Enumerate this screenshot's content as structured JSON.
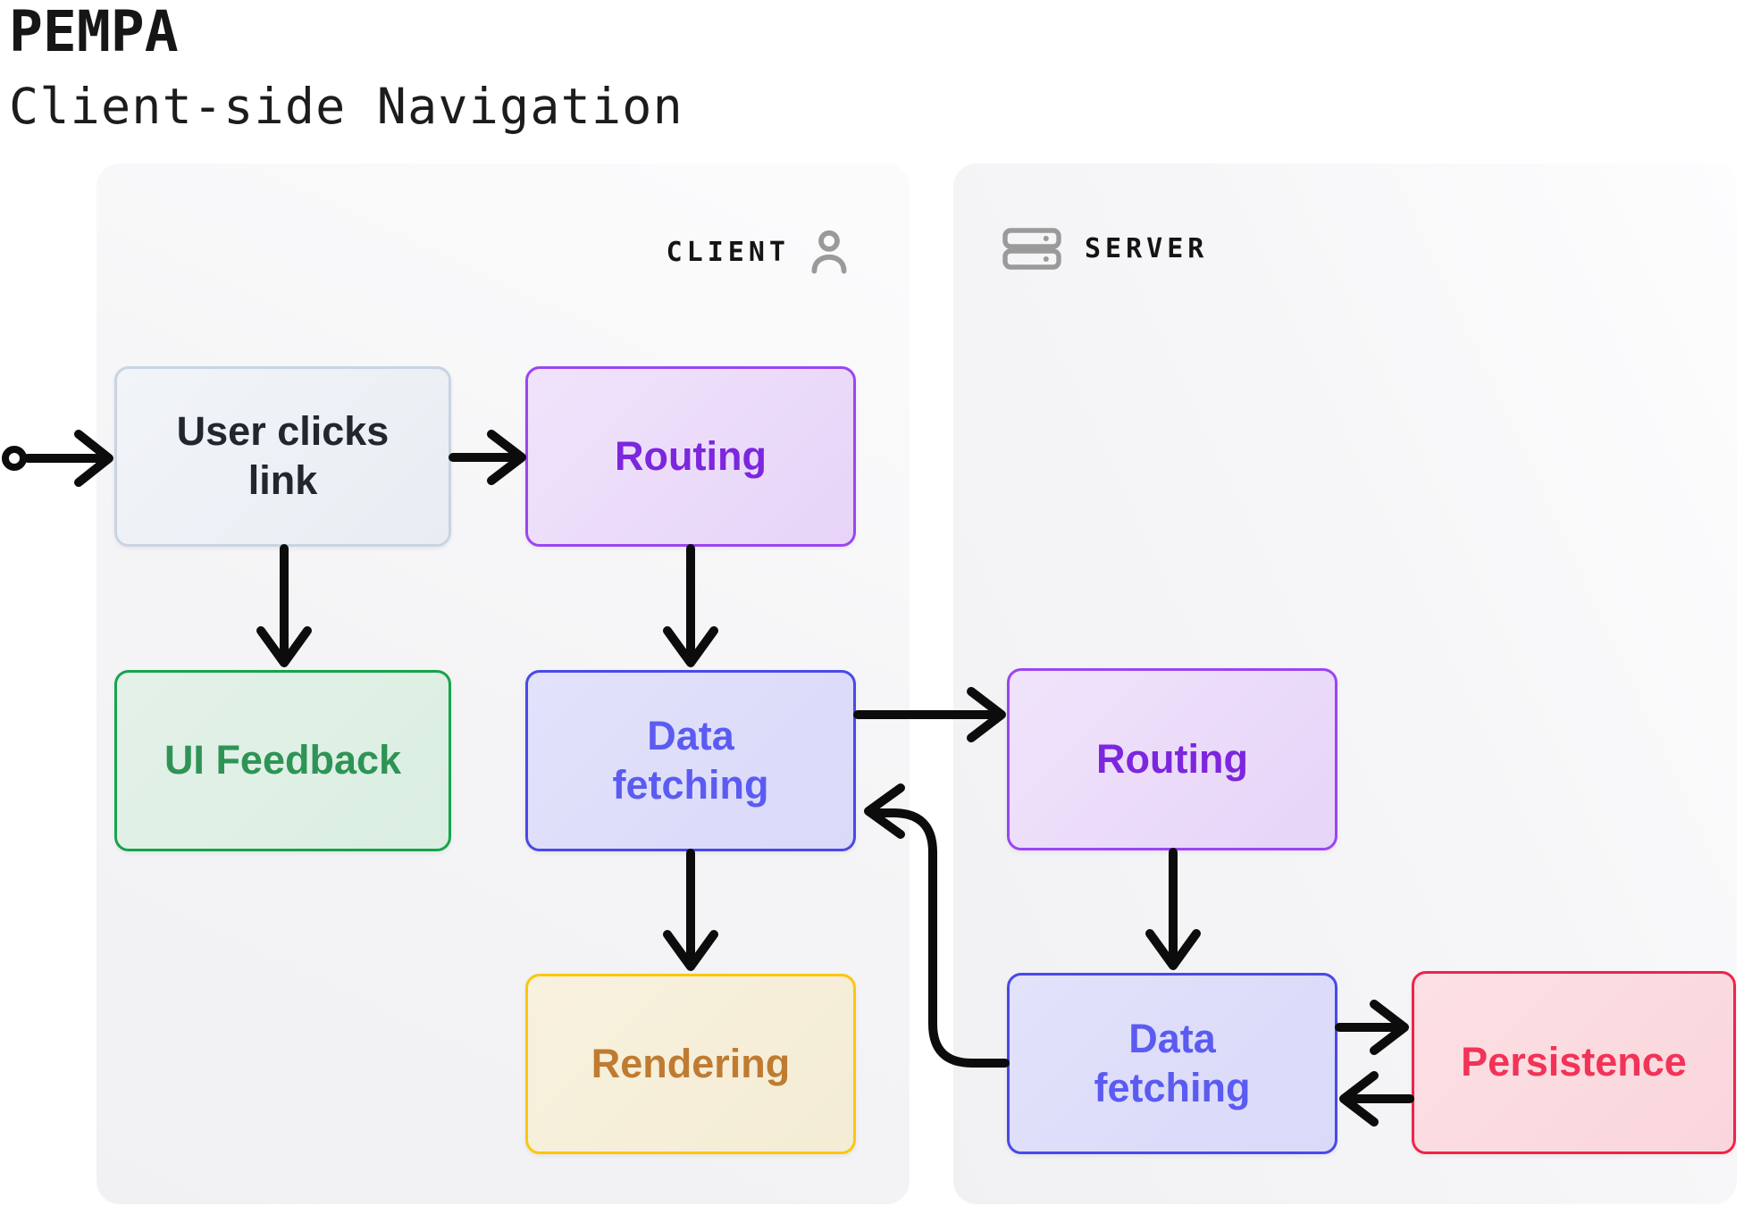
{
  "title": "PEMPA",
  "subtitle": "Client-side Navigation",
  "panels": {
    "client": {
      "label": "CLIENT",
      "icon": "user-icon"
    },
    "server": {
      "label": "SERVER",
      "icon": "server-icon"
    }
  },
  "nodes": {
    "user_clicks": {
      "label": "User clicks link",
      "panel": "client",
      "variant": "gray"
    },
    "routing_client": {
      "label": "Routing",
      "panel": "client",
      "variant": "purple"
    },
    "ui_feedback": {
      "label": "UI Feedback",
      "panel": "client",
      "variant": "green"
    },
    "data_fetching_client": {
      "label": "Data fetching",
      "panel": "client",
      "variant": "blue"
    },
    "rendering": {
      "label": "Rendering",
      "panel": "client",
      "variant": "yellow"
    },
    "routing_server": {
      "label": "Routing",
      "panel": "server",
      "variant": "purple"
    },
    "data_fetching_server": {
      "label": "Data fetching",
      "panel": "server",
      "variant": "blue"
    },
    "persistence": {
      "label": "Persistence",
      "panel": "server",
      "variant": "pink"
    }
  },
  "edges": [
    {
      "from": "start",
      "to": "user_clicks"
    },
    {
      "from": "user_clicks",
      "to": "routing_client"
    },
    {
      "from": "user_clicks",
      "to": "ui_feedback"
    },
    {
      "from": "routing_client",
      "to": "data_fetching_client"
    },
    {
      "from": "data_fetching_client",
      "to": "routing_server"
    },
    {
      "from": "data_fetching_client",
      "to": "rendering"
    },
    {
      "from": "routing_server",
      "to": "data_fetching_server"
    },
    {
      "from": "data_fetching_server",
      "to": "persistence"
    },
    {
      "from": "persistence",
      "to": "data_fetching_server"
    },
    {
      "from": "data_fetching_server",
      "to": "data_fetching_client"
    }
  ],
  "colors": {
    "arrow": "#0c0c0c",
    "icon_gray": "#9a9a9a",
    "panel_fill": "#f2f2f4",
    "gray": {
      "border": "#c9d4e2",
      "text": "#22272e",
      "fill": "#edf0f5"
    },
    "purple": {
      "border": "#9b45f2",
      "text": "#7c26dd",
      "fill": "#ecdcfa"
    },
    "green": {
      "border": "#17a34b",
      "text": "#2e9455",
      "fill": "#dfefe5"
    },
    "blue": {
      "border": "#4949e8",
      "text": "#5b5bf2",
      "fill": "#dedefa"
    },
    "yellow": {
      "border": "#fcc60d",
      "text": "#bf7b31",
      "fill": "#f6eed9"
    },
    "pink": {
      "border": "#f0234a",
      "text": "#f23357",
      "fill": "#fbdbe0"
    }
  }
}
